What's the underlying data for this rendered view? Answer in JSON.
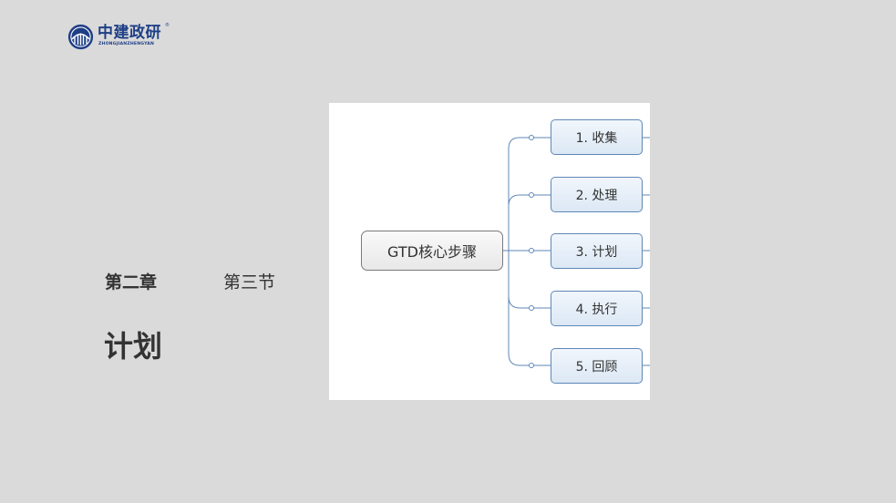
{
  "logo": {
    "name_cn": "中建政研",
    "name_en": "ZHONGJIANZHENGYAN",
    "reg_mark": "®",
    "brand_color": "#1f3f86"
  },
  "chapter_label": "第二章",
  "section_label": "第三节",
  "page_title": "计划",
  "diagram": {
    "root": "GTD核心步骤",
    "steps": [
      "1. 收集",
      "2. 处理",
      "3. 计划",
      "4. 执行",
      "5. 回顾"
    ]
  }
}
